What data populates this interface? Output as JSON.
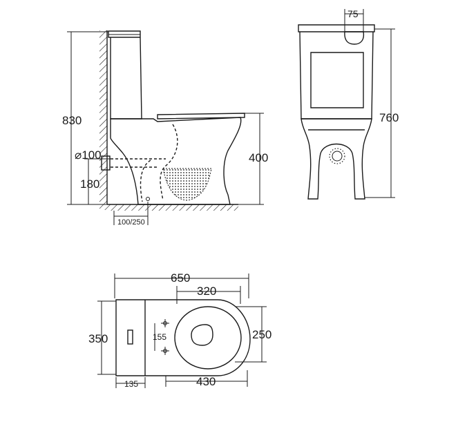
{
  "side_view": {
    "dim_height": "830",
    "dim_outlet_diameter": "⌀100",
    "dim_outlet_height": "180",
    "dim_rim_height": "400",
    "dim_wall_offset": "100/250"
  },
  "front_view": {
    "dim_button": "75",
    "dim_height": "760"
  },
  "top_view": {
    "dim_length": "650",
    "dim_seat_length": "320",
    "dim_width": "350",
    "dim_seat_width": "250",
    "dim_fixing_spacing": "155",
    "dim_cistern_offset": "135",
    "dim_bowl_length": "430"
  }
}
